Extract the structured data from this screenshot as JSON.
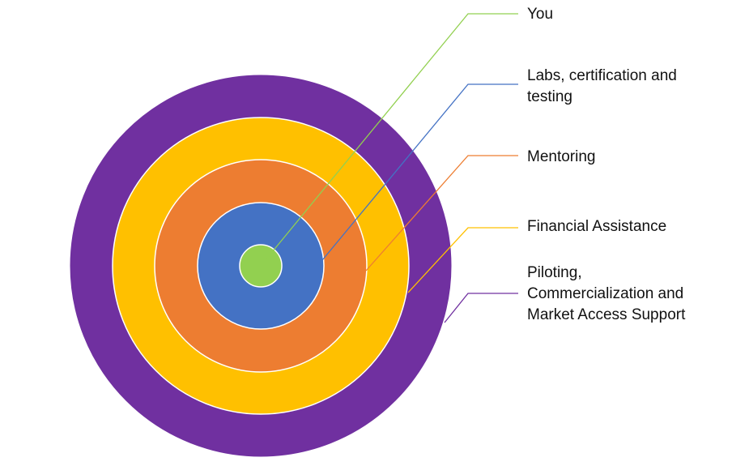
{
  "diagram": {
    "rings": [
      {
        "key": "you",
        "label": "You",
        "color": "#92D050"
      },
      {
        "key": "labs",
        "label": "Labs, certification and\ntesting",
        "color": "#4472C4"
      },
      {
        "key": "mentoring",
        "label": "Mentoring",
        "color": "#ED7D31"
      },
      {
        "key": "financial",
        "label": "Financial Assistance",
        "color": "#FFC000"
      },
      {
        "key": "piloting",
        "label": "Piloting,\nCommercialization and\nMarket Access Support",
        "color": "#7030A0"
      }
    ]
  }
}
